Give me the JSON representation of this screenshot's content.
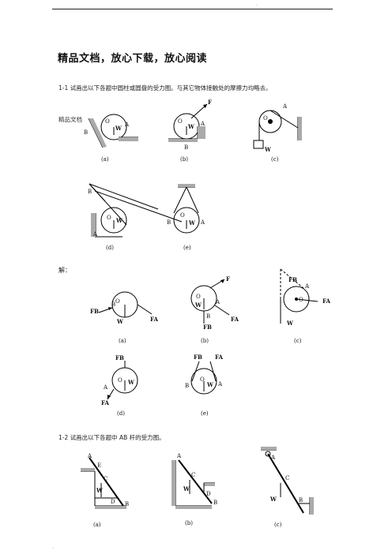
{
  "header": {
    "dot": "."
  },
  "banner": "精品文档，放心下载，放心阅读",
  "q1": {
    "prompt": "1-1 试画出以下各题中圆柱或圆盘的受力图。与其它物体接触处的摩擦力均略去。",
    "side_label": "精品文档",
    "captions": [
      "(a)",
      "(b)",
      "(c)",
      "(d)",
      "(e)"
    ]
  },
  "solution_label": "解：",
  "solution_captions": [
    "(a)",
    "(b)",
    "(c)",
    "(d)",
    "(e)"
  ],
  "q2": {
    "prompt": "1-2 试画出以下各题中 AB 杆的受力图。",
    "captions": [
      "(a)",
      "(b)",
      "(c)"
    ]
  },
  "labels": {
    "O": "O",
    "W": "W",
    "A": "A",
    "B": "B",
    "F": "F",
    "C": "C",
    "D": "D",
    "E": "E",
    "FA": "FA",
    "FB": "FB"
  },
  "footer": {
    "dot": "."
  }
}
